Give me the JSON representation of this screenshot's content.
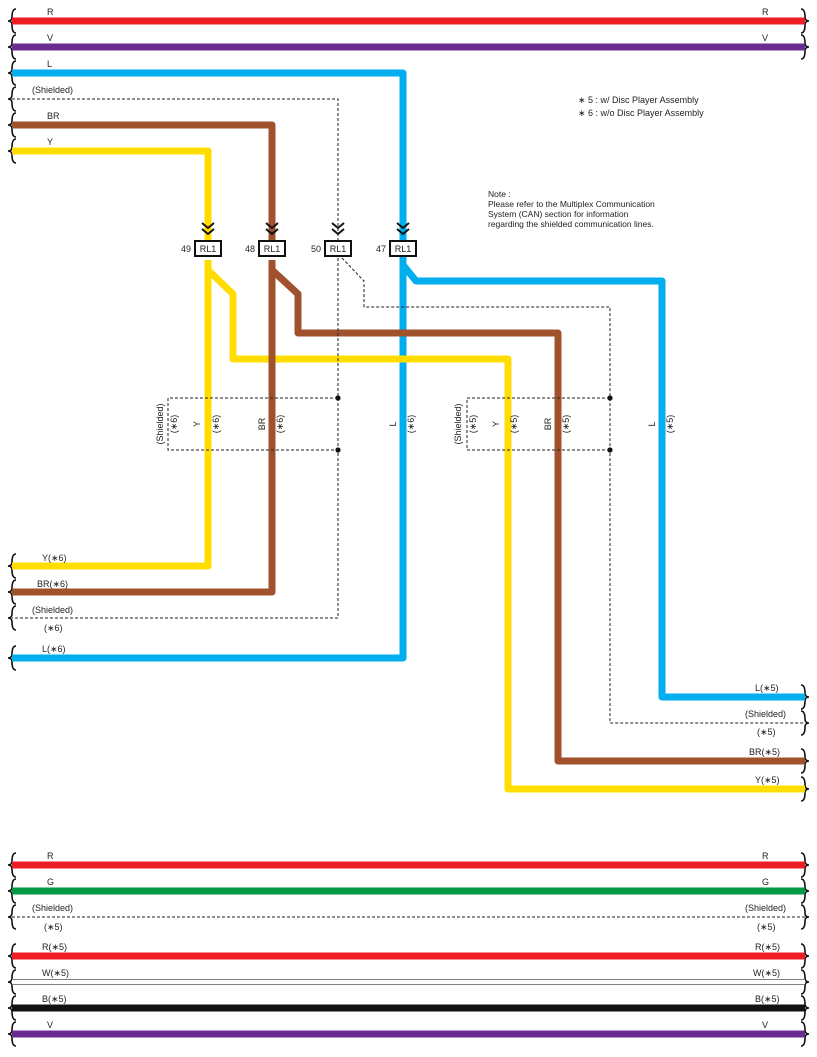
{
  "colors": {
    "R": "#ee1c25",
    "V": "#6a2c91",
    "L": "#00aeef",
    "BR": "#a0522d",
    "Y": "#ffdd00",
    "G": "#009944",
    "B": "#111111",
    "W": "#ffffff",
    "shield": "#222222"
  },
  "legend": {
    "line1": "∗ 5 : w/ Disc Player Assembly",
    "line2": "∗ 6 : w/o Disc Player Assembly"
  },
  "note": {
    "title": "Note :",
    "line1": "Please refer to the Multiplex Communication",
    "line2": "System (CAN) section for information",
    "line3": "regarding the shielded communication lines."
  },
  "top_wires": {
    "r": "R",
    "v": "V",
    "l": "L",
    "shielded": "(Shielded)",
    "br": "BR",
    "y": "Y"
  },
  "connectors": [
    {
      "pin": "49",
      "name": "RL1"
    },
    {
      "pin": "48",
      "name": "RL1"
    },
    {
      "pin": "50",
      "name": "RL1"
    },
    {
      "pin": "47",
      "name": "RL1"
    }
  ],
  "group6": {
    "shielded": "(Shielded)",
    "s6a": "(∗6)",
    "y": "Y",
    "s6b": "(∗6)",
    "br": "BR",
    "s6c": "(∗6)",
    "l": "L",
    "s6d": "(∗6)"
  },
  "group5": {
    "shielded": "(Shielded)",
    "s5a": "(∗5)",
    "y": "Y",
    "s5b": "(∗5)",
    "br": "BR",
    "s5c": "(∗5)",
    "l": "L",
    "s5d": "(∗5)"
  },
  "left_bottom": {
    "y6": "Y(∗6)",
    "br6": "BR(∗6)",
    "shielded": "(Shielded)",
    "s6": "(∗6)",
    "l6": "L(∗6)"
  },
  "right_bottom": {
    "l5": "L(∗5)",
    "shielded": "(Shielded)",
    "s5": "(∗5)",
    "br5": "BR(∗5)",
    "y5": "Y(∗5)"
  },
  "bottom_wires": {
    "r": "R",
    "g": "G",
    "shielded": "(Shielded)",
    "s5": "(∗5)",
    "r5": "R(∗5)",
    "w5": "W(∗5)",
    "b5": "B(∗5)",
    "v": "V"
  }
}
